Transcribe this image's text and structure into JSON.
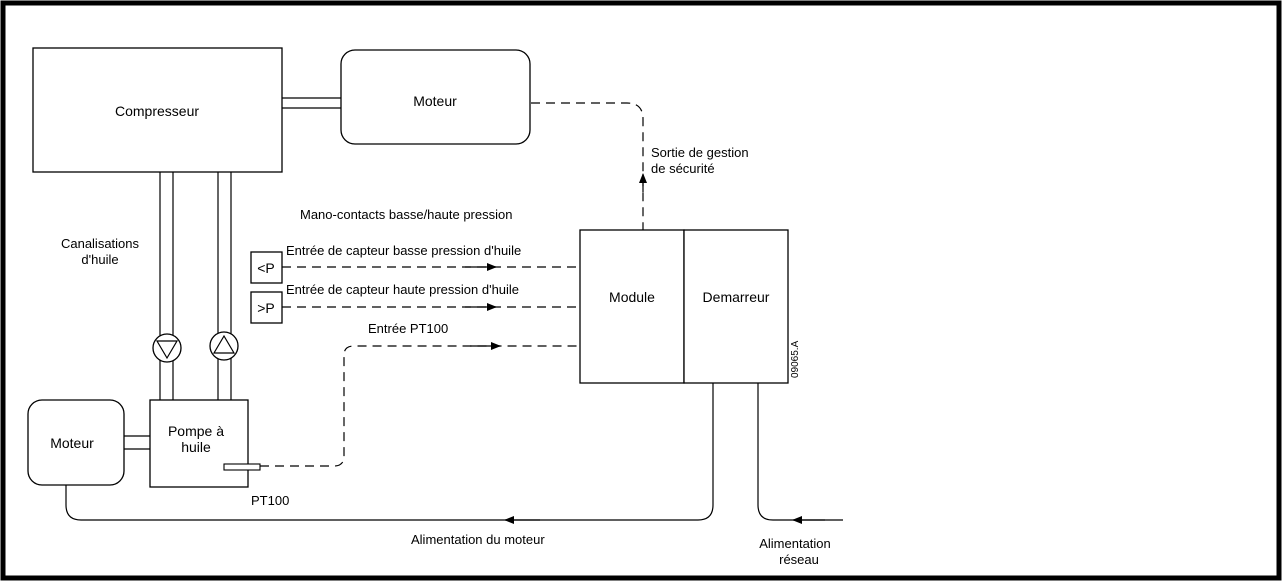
{
  "blocks": {
    "compressor": "Compresseur",
    "motor_top": "Moteur",
    "motor_bottom": "Moteur",
    "oil_pump_line1": "Pompe à",
    "oil_pump_line2": "huile",
    "module": "Module",
    "starter": "Demarreur",
    "low_pressure_switch": "<P",
    "high_pressure_switch": ">P"
  },
  "labels": {
    "oil_pipes_line1": "Canalisations",
    "oil_pipes_line2": "d'huile",
    "pressure_switches": "Mano-contacts basse/haute pression",
    "low_pressure_input": "Entrée de capteur basse pression d'huile",
    "high_pressure_input": "Entrée de capteur haute pression d'huile",
    "pt100_input": "Entrée PT100",
    "pt100_sensor": "PT100",
    "safety_output_line1": "Sortie de gestion",
    "safety_output_line2": "de sécurité",
    "motor_supply": "Alimentation du moteur",
    "mains_line1": "Alimentation",
    "mains_line2": "réseau"
  },
  "figure_ref": "09065.A"
}
